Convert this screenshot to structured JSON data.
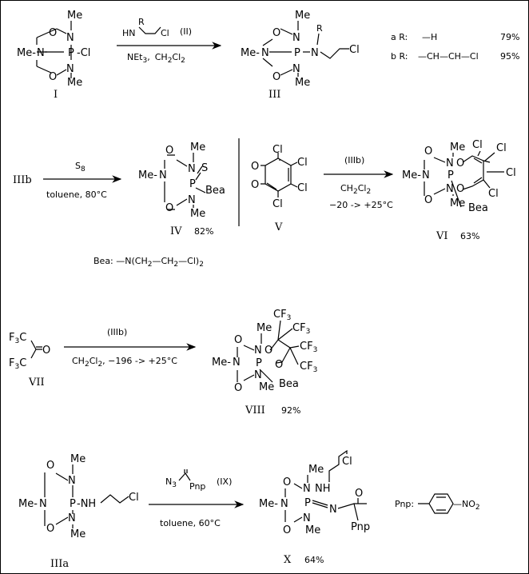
{
  "colors": {
    "ink": "#000000",
    "paper": "#ffffff"
  },
  "atoms": {
    "me": "Me",
    "n": "N",
    "p": "P",
    "o": "O",
    "cl": "Cl",
    "s": "S",
    "h": "H",
    "nh": "NH",
    "bea": "Bea",
    "cf": "CF",
    "c3": "3",
    "f": "F",
    "dash_cl": "-Cl",
    "me_dash": "Me-",
    "nh_dash": "-NH",
    "n_dash": "-N"
  },
  "r1": {
    "label_I": "I",
    "label_III": "III",
    "reagent_r": "R",
    "reagent_hn": "HN",
    "reagent_cl": "Cl",
    "reagent_ref": "(II)",
    "cond_net": "NEt",
    "cond_sub3": "3",
    "cond_comma": ",",
    "cond_ch": "CH",
    "cond_sub2a": "2",
    "cond_cl": "Cl",
    "cond_sub2b": "2",
    "variant_a_pre": "a  R:",
    "variant_a_val": "—H",
    "variant_a_pct": "79%",
    "variant_b_pre": "b  R:",
    "variant_b_val": "—CH—CH—Cl",
    "variant_b_pct": "95%"
  },
  "r2": {
    "label_IIIb": "IIIb",
    "reagent": "S",
    "reagent_sub": "8",
    "conditions": "toluene,   80°C",
    "label_IV": "IV",
    "yield_IV": "82%",
    "bea_def": "Bea: —N(CH—CH—Cl)",
    "label_V": "V",
    "reagent_ref": "(IIIb)",
    "cond_solvent": "CHCl",
    "cond_temp": "−20 -> +25°C",
    "label_VI": "VI",
    "yield_VI": "63%"
  },
  "r3": {
    "label_VII": "VII",
    "reagent_ref": "(IIIb)",
    "conditions": "CHCl,  −196  -> +25°C",
    "label_VIII": "VIII",
    "yield_VIII": "92%"
  },
  "r4": {
    "label_IIIa": "IIIa",
    "reagent_n": "N",
    "reagent_n_sub": "3",
    "reagent_pnp": "Pnp",
    "reagent_ref": "(IX)",
    "conditions": "toluene,   60°C",
    "label_X": "X",
    "yield_X": "64%",
    "pnp_def": "Pnp:",
    "pnp_no2": "—NO"
  }
}
